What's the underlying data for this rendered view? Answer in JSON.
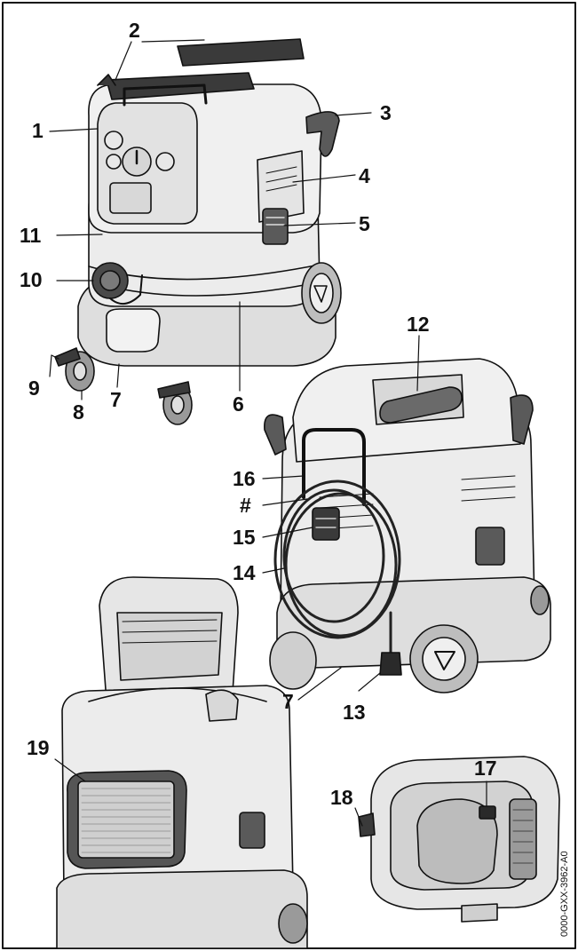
{
  "callouts": {
    "c1": "1",
    "c2": "2",
    "c3": "3",
    "c4": "4",
    "c5": "5",
    "c6": "6",
    "c7a": "7",
    "c7b": "7",
    "c8": "8",
    "c9": "9",
    "c10": "10",
    "c11": "11",
    "c12": "12",
    "c13": "13",
    "c14": "14",
    "c15": "15",
    "c16": "16",
    "c_hash": "#",
    "c17": "17",
    "c18": "18",
    "c19": "19"
  },
  "document_code": "0000-GXX-3962-A0",
  "colors": {
    "ink": "#111111",
    "body": "#e6e6e6",
    "shade": "#bdbdbd",
    "dark": "#2a2a2a"
  }
}
